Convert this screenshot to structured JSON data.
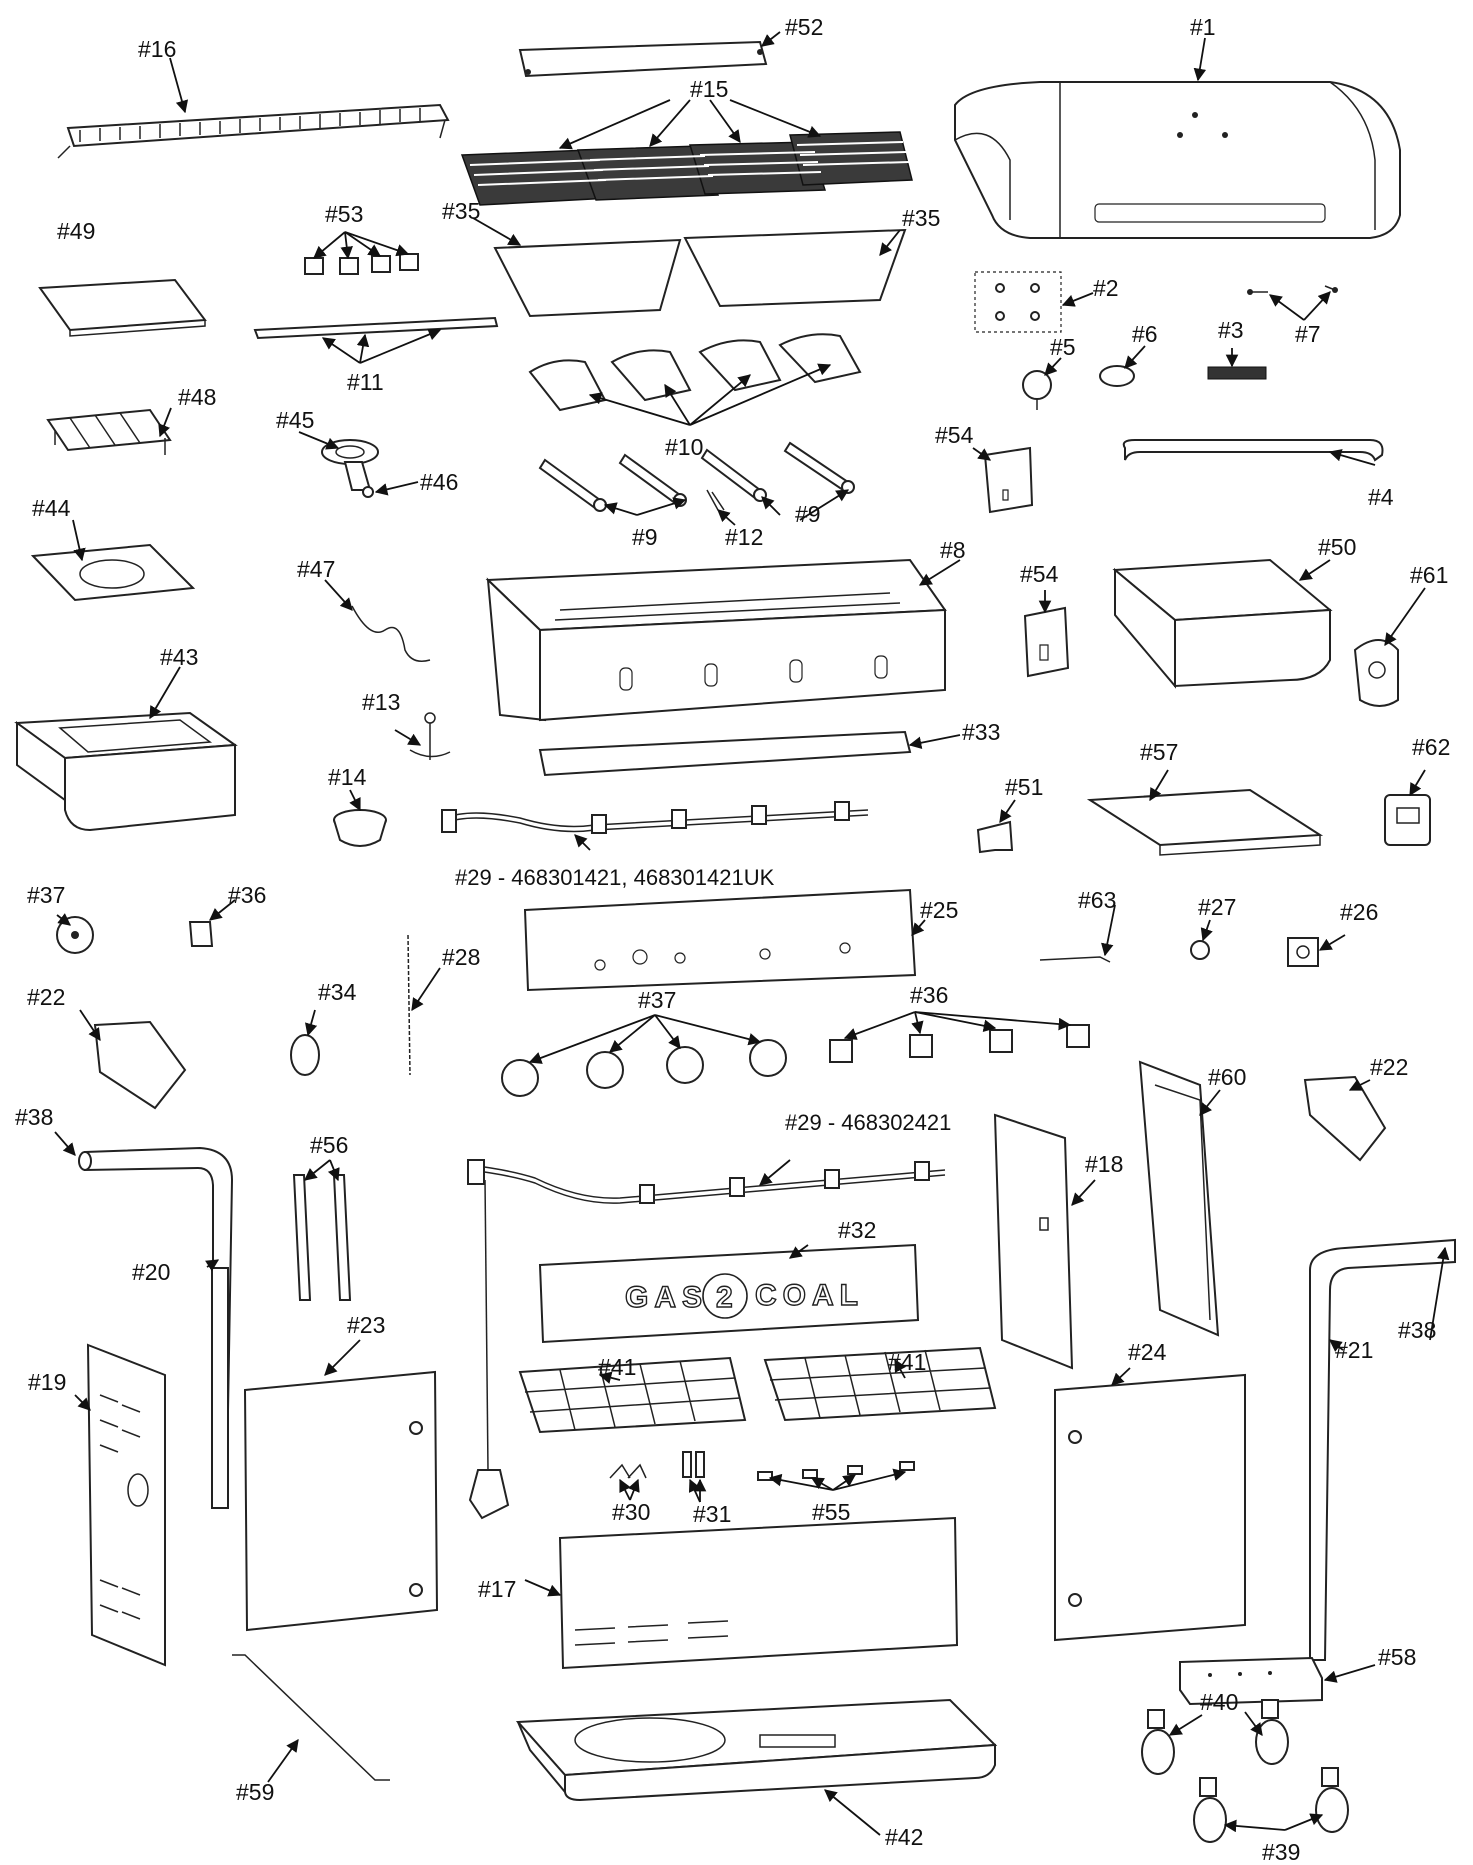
{
  "labels": {
    "p1": "#1",
    "p2": "#2",
    "p3": "#3",
    "p4": "#4",
    "p5": "#5",
    "p6": "#6",
    "p7": "#7",
    "p8": "#8",
    "p9a": "#9",
    "p9b": "#9",
    "p10": "#10",
    "p11": "#11",
    "p12": "#12",
    "p13": "#13",
    "p14": "#14",
    "p15": "#15",
    "p16": "#16",
    "p17": "#17",
    "p18": "#18",
    "p19": "#19",
    "p20": "#20",
    "p21": "#21",
    "p22a": "#22",
    "p22b": "#22",
    "p23": "#23",
    "p24": "#24",
    "p25": "#25",
    "p26": "#26",
    "p27": "#27",
    "p28": "#28",
    "p29a": "#29 - 468301421, 468301421UK",
    "p29b": "#29 - 468302421",
    "p30": "#30",
    "p31": "#31",
    "p32": "#32",
    "p33": "#33",
    "p34": "#34",
    "p35a": "#35",
    "p35b": "#35",
    "p36a": "#36",
    "p36b": "#36",
    "p37a": "#37",
    "p37b": "#37",
    "p38a": "#38",
    "p38b": "#38",
    "p39": "#39",
    "p40": "#40",
    "p41a": "#41",
    "p41b": "#41",
    "p42": "#42",
    "p43": "#43",
    "p44": "#44",
    "p45": "#45",
    "p46": "#46",
    "p47": "#47",
    "p48": "#48",
    "p49": "#49",
    "p50": "#50",
    "p51": "#51",
    "p52": "#52",
    "p53": "#53",
    "p54a": "#54",
    "p54b": "#54",
    "p55": "#55",
    "p56": "#56",
    "p57": "#57",
    "p58": "#58",
    "p59": "#59",
    "p60": "#60",
    "p61": "#61",
    "p62": "#62",
    "p63": "#63"
  },
  "badge_text": {
    "left": "GAS",
    "middle": "2",
    "right": "COAL"
  }
}
